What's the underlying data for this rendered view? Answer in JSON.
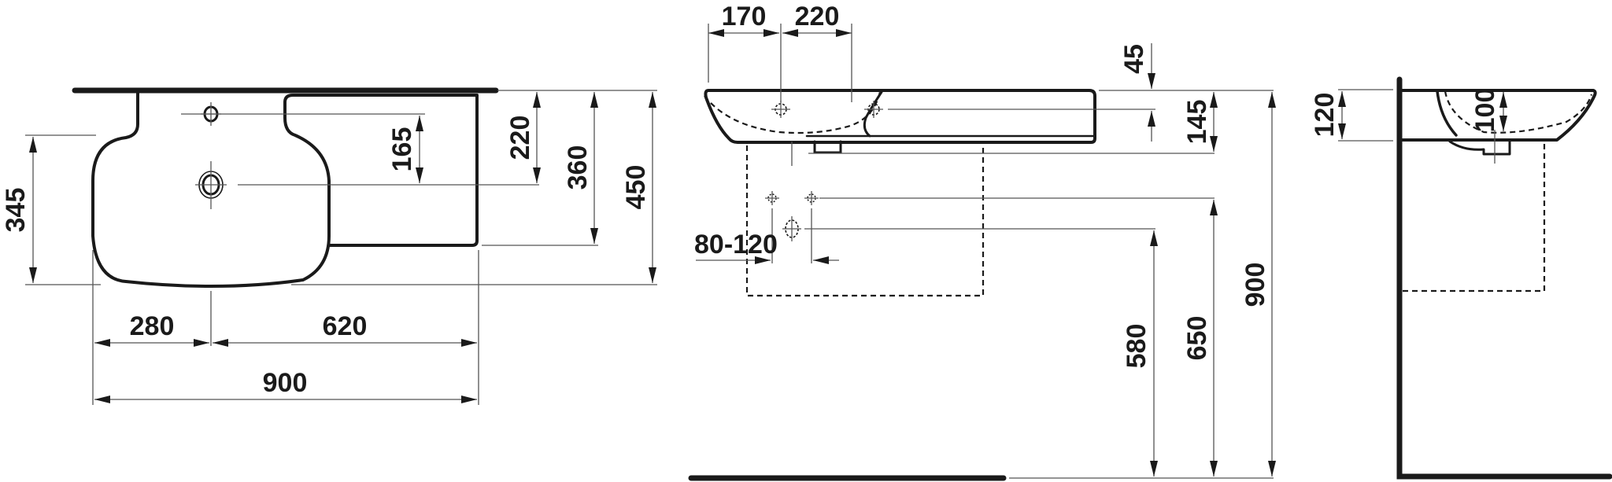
{
  "drawing": {
    "units": "mm",
    "views": {
      "top": {
        "label": "top-view",
        "dimensions": {
          "overflow_to_drain": "165",
          "wall_to_drain": "220",
          "wall_to_shelf_front": "360",
          "total_depth": "450",
          "bowl_depth": "345",
          "left_to_drain": "280",
          "drain_to_right": "620",
          "total_width": "900"
        }
      },
      "front": {
        "label": "front-elevation",
        "dimensions": {
          "left_to_tap_hole": "170",
          "tap_hole_spacing": "220",
          "rim_to_tap_axis": "45",
          "basin_height": "145",
          "supply_spacing": "80-120",
          "floor_to_waste": "580",
          "floor_to_supply": "650",
          "floor_to_rim": "900"
        }
      },
      "side": {
        "label": "side-elevation",
        "dimensions": {
          "basin_thickness": "120",
          "bowl_depth": "100"
        }
      }
    }
  }
}
